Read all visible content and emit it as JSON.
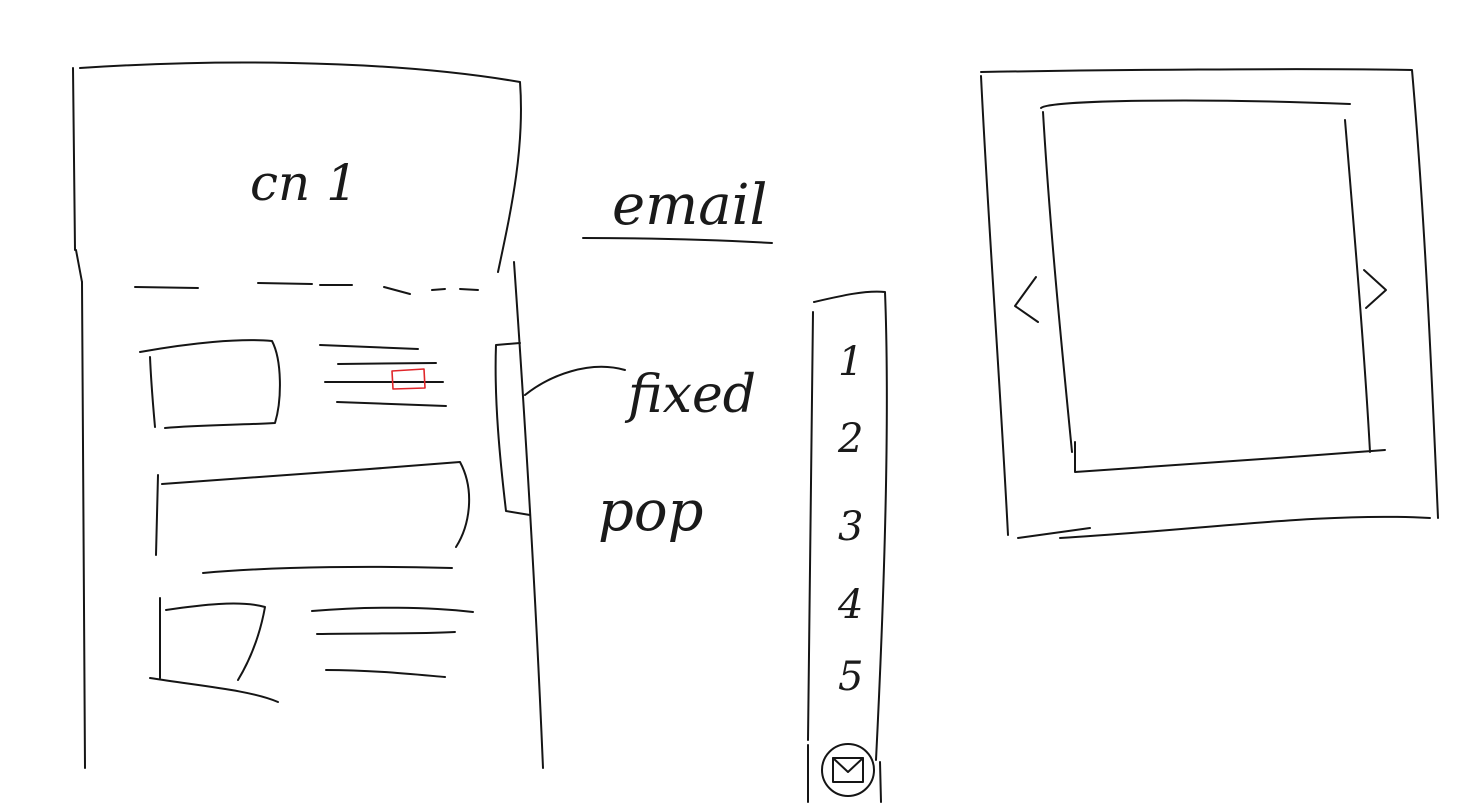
{
  "phone_mockup": {
    "header_text": "cn 1"
  },
  "annotations": {
    "email": "email",
    "fixed": "fixed",
    "pop": "pop"
  },
  "pagination_bar": {
    "items": [
      "1",
      "2",
      "3",
      "4",
      "5"
    ],
    "bottom_icon": "mail-icon"
  },
  "carousel_mockup": {
    "prev_glyph": "<",
    "next_glyph": ">"
  },
  "colors": {
    "ink": "#151515",
    "accent": "#e0262a"
  }
}
